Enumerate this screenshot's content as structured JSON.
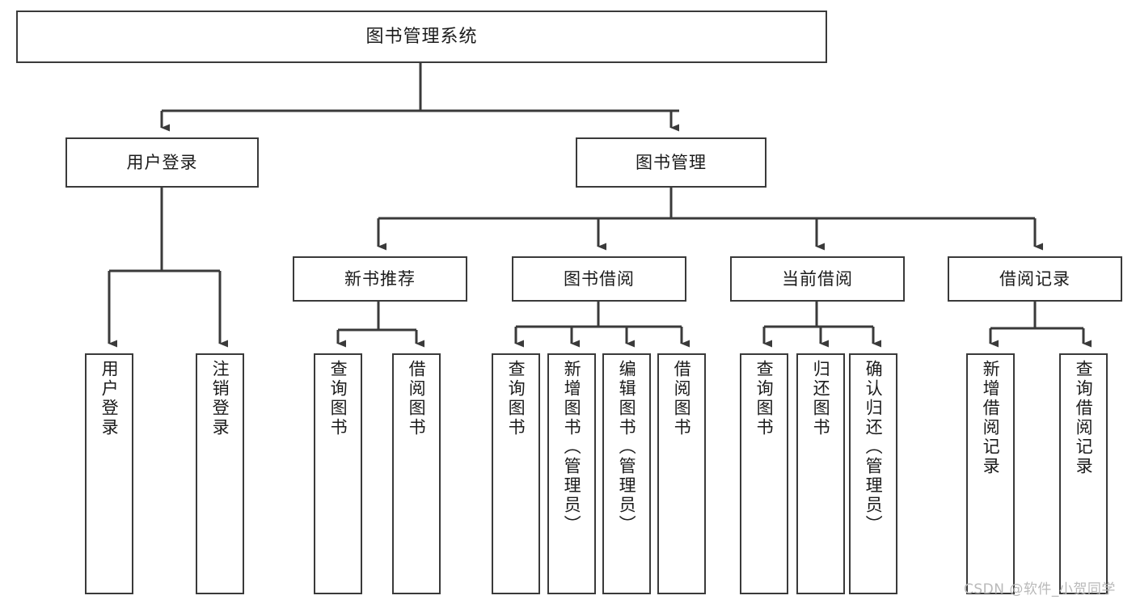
{
  "diagram": {
    "title": "图书管理系统",
    "type": "tree-hierarchy",
    "colors": {
      "background": "#ffffff",
      "box_border": "#3a3a3a",
      "connector": "#3a3a3a",
      "text": "#1b1b1b",
      "watermark": "#b9b9b9"
    },
    "root": {
      "label": "图书管理系统"
    },
    "level2": [
      {
        "label": "用户登录"
      },
      {
        "label": "图书管理"
      }
    ],
    "level3": [
      {
        "label": "新书推荐"
      },
      {
        "label": "图书借阅"
      },
      {
        "label": "当前借阅"
      },
      {
        "label": "借阅记录"
      }
    ],
    "leaves": {
      "user_login": [
        {
          "label": "用户登录"
        },
        {
          "label": "注销登录"
        }
      ],
      "new_book_recommend": [
        {
          "label": "查询图书"
        },
        {
          "label": "借阅图书"
        }
      ],
      "book_borrow": [
        {
          "label": "查询图书"
        },
        {
          "label": "新增图书（管理员）"
        },
        {
          "label": "编辑图书（管理员）"
        },
        {
          "label": "借阅图书"
        }
      ],
      "current_borrow": [
        {
          "label": "查询图书"
        },
        {
          "label": "归还图书"
        },
        {
          "label": "确认归还（管理员）"
        }
      ],
      "borrow_record": [
        {
          "label": "新增借阅记录"
        },
        {
          "label": "查询借阅记录"
        }
      ]
    }
  },
  "watermark": {
    "text": "CSDN @软件_小贺同学"
  }
}
